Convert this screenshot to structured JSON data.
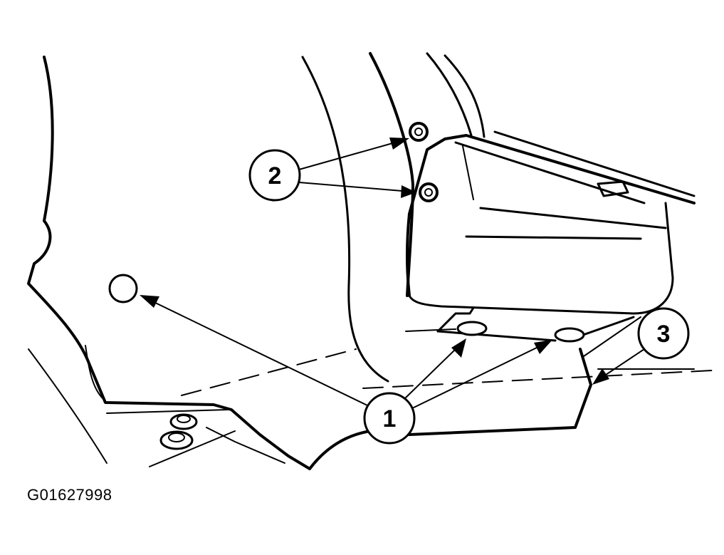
{
  "figure_id": "G01627998",
  "callouts": [
    {
      "label": "1"
    },
    {
      "label": "2"
    },
    {
      "label": "3"
    }
  ]
}
